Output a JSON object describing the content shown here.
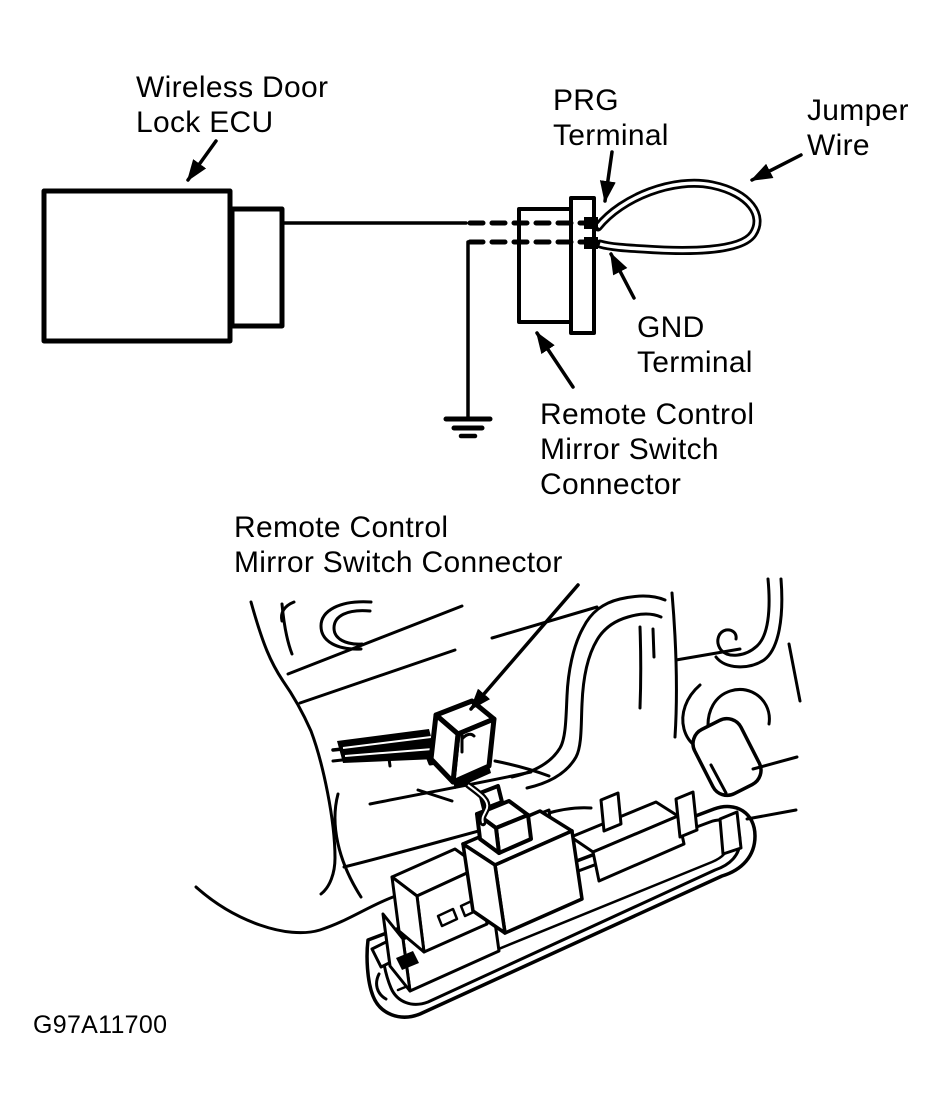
{
  "colors": {
    "ink": "#000000",
    "paper": "#ffffff"
  },
  "schematic": {
    "labels": {
      "ecu": "Wireless Door\nLock ECU",
      "prg_terminal": "PRG\nTerminal",
      "jumper_wire": "Jumper\nWire",
      "gnd_terminal": "GND\nTerminal",
      "mirror_switch_connector": "Remote Control\nMirror Switch\nConnector"
    },
    "glyphs": {
      "ground_symbol": "earth-ground (three bars)",
      "jumper_wire_loop": "double-line wire loop",
      "leader_arrow": "solid triangular arrowhead",
      "terminal_contacts": "two black terminal squares with dashed circuit lines"
    }
  },
  "illustration": {
    "label": "Remote Control\nMirror Switch Connector",
    "glyphs": {
      "scene": "dashboard lower panel sketch with switch carrier tray, mirror switch and wiring harness connector"
    }
  },
  "figure_code": "G97A11700"
}
